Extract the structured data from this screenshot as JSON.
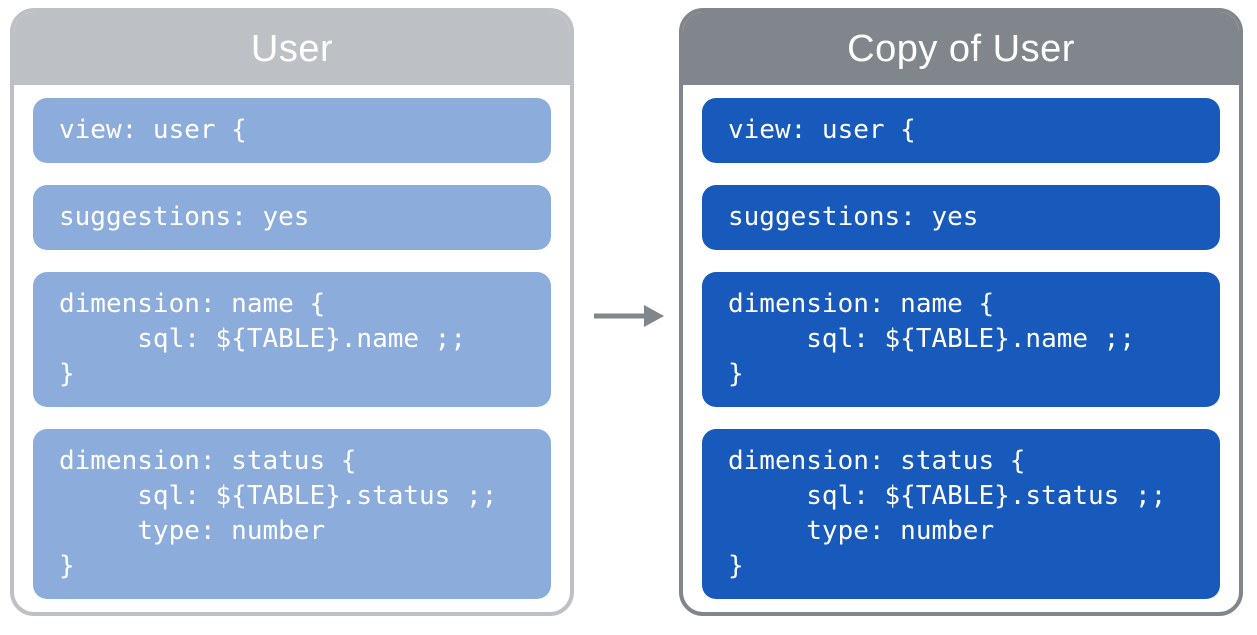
{
  "diagram": {
    "panels": [
      {
        "role": "source",
        "title": "User",
        "header_color": "#bdc1c6",
        "border_color": "#bdc1c6",
        "block_color": "#8cacdc",
        "text_color": "#ffffff",
        "blocks": [
          "view: user {",
          "suggestions: yes",
          "dimension: name {\n     sql: ${TABLE}.name ;;\n}",
          "dimension: status {\n     sql: ${TABLE}.status ;;\n     type: number\n}"
        ]
      },
      {
        "role": "copy",
        "title": "Copy of User",
        "header_color": "#80868b",
        "border_color": "#80868b",
        "block_color": "#185abc",
        "text_color": "#ffffff",
        "blocks": [
          "view: user {",
          "suggestions: yes",
          "dimension: name {\n     sql: ${TABLE}.name ;;\n}",
          "dimension: status {\n     sql: ${TABLE}.status ;;\n     type: number\n}"
        ]
      }
    ],
    "arrow_icon": "right-arrow",
    "arrow_color": "#80868b"
  }
}
